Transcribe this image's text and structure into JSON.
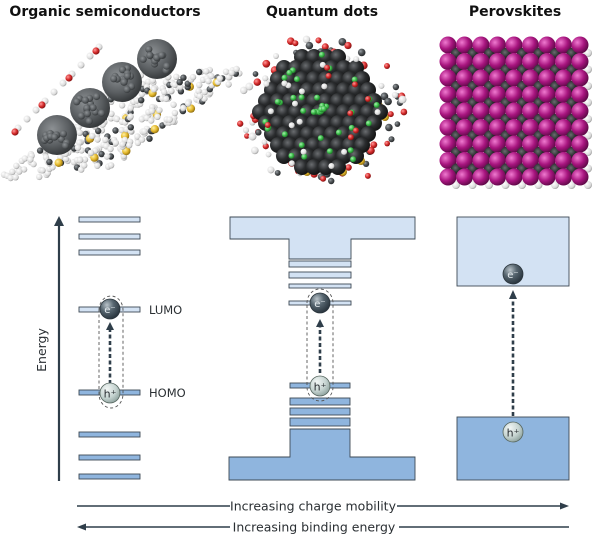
{
  "panels": [
    {
      "title": "Organic semiconductors",
      "illustration": "organic-semiconductor-molecular-model"
    },
    {
      "title": "Quantum dots",
      "illustration": "quantum-dot-molecular-model"
    },
    {
      "title": "Perovskites",
      "illustration": "perovskite-lattice-model"
    }
  ],
  "axis": {
    "energy_label": "Energy"
  },
  "organic": {
    "lumo_label": "LUMO",
    "homo_label": "HOMO"
  },
  "carriers": {
    "electron": "e⁻",
    "hole": "h⁺"
  },
  "bottom_arrows": {
    "mobility": {
      "label": "Increasing charge mobility",
      "direction": "right"
    },
    "binding": {
      "label": "Increasing binding energy",
      "direction": "left"
    }
  },
  "colors": {
    "conduction_fill": "#d3e2f3",
    "valence_fill": "#8fb5de",
    "outline": "#3d4a55",
    "arrow": "#2f3e4a",
    "electron": "#4b5a64",
    "hole": "#c9d6d3",
    "perovskite_purple": "#a8157f",
    "dark_atom": "#2e3133",
    "sulfur_yellow": "#e5b92c",
    "oxygen_red": "#d42a2a",
    "qd_green": "#3bbd49"
  }
}
